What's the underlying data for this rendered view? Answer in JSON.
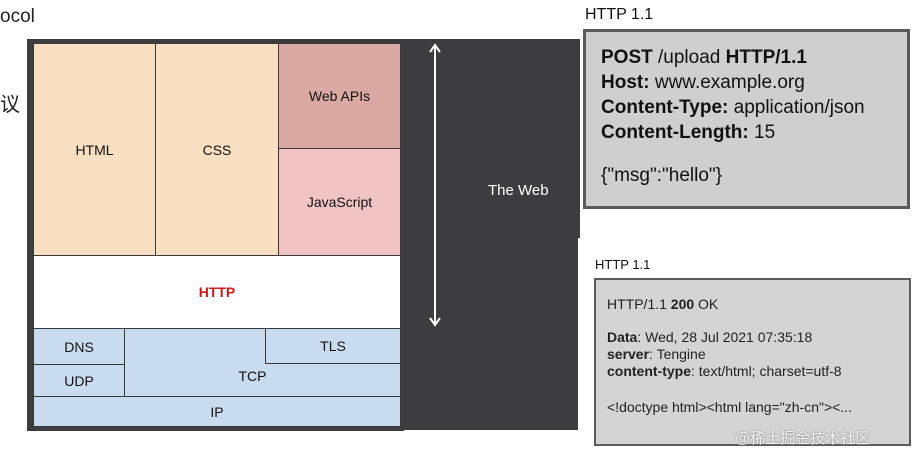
{
  "page": {
    "left_text_1": "ocol",
    "left_text_2": "议"
  },
  "diagram": {
    "cells": {
      "html": "HTML",
      "css": "CSS",
      "web_apis": "Web APIs",
      "javascript": "JavaScript",
      "http": "HTTP",
      "dns": "DNS",
      "udp": "UDP",
      "tls": "TLS",
      "tcp": "TCP",
      "ip": "IP"
    },
    "web_label": "The Web",
    "colors": {
      "html_css": "#f9dfc2",
      "web_apis": "#dba9a3",
      "javascript": "#f0c4c4",
      "http_text": "#cc1a1a",
      "network": "#c9dcef",
      "dark_panel": "#3d3d3f"
    }
  },
  "request": {
    "title": "HTTP 1.1",
    "method": "POST",
    "path": " /upload ",
    "version": "HTTP/1.1",
    "host_key": "Host:",
    "host_val": " www.example.org",
    "ctype_key": "Content-Type:",
    "ctype_val": " application/json",
    "clen_key": "Content-Length:",
    "clen_val": " 15",
    "body": "{\"msg\":\"hello\"}"
  },
  "response": {
    "title": "HTTP 1.1",
    "status_prefix": "HTTP/1.1 ",
    "status_code": "200",
    "status_text": " OK",
    "data_key": "Data",
    "data_val": ": Wed, 28 Jul 2021 07:35:18",
    "server_key": "server",
    "server_val": ": Tengine",
    "ctype_key": "content-type",
    "ctype_val": ": text/html; charset=utf-8",
    "body": "<!doctype html><html lang=\"zh-cn\"><..."
  },
  "watermark": "@稀土掘金技术社区"
}
